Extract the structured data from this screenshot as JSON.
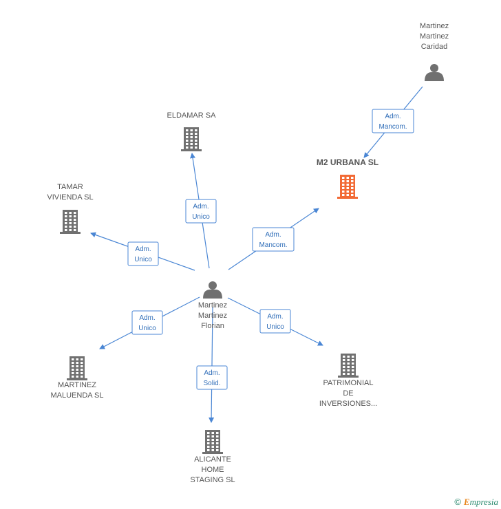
{
  "nodes": [
    {
      "id": "florian",
      "type": "person",
      "label": [
        "Martinez",
        "Martinez",
        "Florian"
      ]
    },
    {
      "id": "caridad",
      "type": "person",
      "label": [
        "Martinez",
        "Martinez",
        "Caridad"
      ]
    },
    {
      "id": "m2",
      "type": "company",
      "highlight": true,
      "label": [
        "M2 URBANA SL"
      ]
    },
    {
      "id": "eldamar",
      "type": "company",
      "label": [
        "ELDAMAR SA"
      ]
    },
    {
      "id": "tamar",
      "type": "company",
      "label": [
        "TAMAR",
        "VIVIENDA SL"
      ]
    },
    {
      "id": "maluenda",
      "type": "company",
      "label": [
        "MARTINEZ",
        "MALUENDA SL"
      ]
    },
    {
      "id": "alicante",
      "type": "company",
      "label": [
        "ALICANTE",
        "HOME",
        "STAGING  SL"
      ]
    },
    {
      "id": "patrimonial",
      "type": "company",
      "label": [
        "PATRIMONIAL",
        "DE",
        "INVERSIONES..."
      ]
    }
  ],
  "edges": [
    {
      "from": "caridad",
      "to": "m2",
      "label": [
        "Adm.",
        "Mancom."
      ]
    },
    {
      "from": "florian",
      "to": "m2",
      "label": [
        "Adm.",
        "Mancom."
      ]
    },
    {
      "from": "florian",
      "to": "eldamar",
      "label": [
        "Adm.",
        "Unico"
      ]
    },
    {
      "from": "florian",
      "to": "tamar",
      "label": [
        "Adm.",
        "Unico"
      ]
    },
    {
      "from": "florian",
      "to": "maluenda",
      "label": [
        "Adm.",
        "Unico"
      ]
    },
    {
      "from": "florian",
      "to": "alicante",
      "label": [
        "Adm.",
        "Solid."
      ]
    },
    {
      "from": "florian",
      "to": "patrimonial",
      "label": [
        "Adm.",
        "Unico"
      ]
    }
  ],
  "colors": {
    "edge": "#4a86d4",
    "icon": "#707070",
    "highlight": "#f26a35"
  },
  "watermark": {
    "symbol": "©",
    "brand_initial": "E",
    "brand_rest": "mpresia"
  }
}
